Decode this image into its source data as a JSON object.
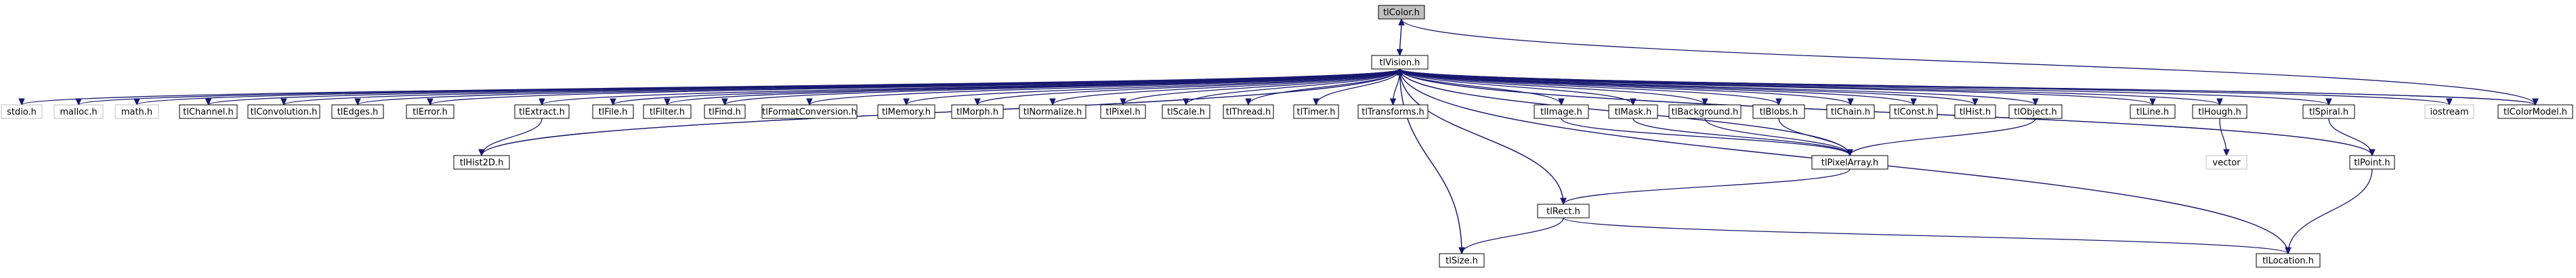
{
  "title": "",
  "colors": {
    "edge": "#191970",
    "root_fill": "#bfbfbf",
    "node_border": "#000000",
    "external_border": "#bfbfbf"
  },
  "nodes": [
    {
      "id": "tlColor",
      "label": "tlColor.h",
      "kind": "root"
    },
    {
      "id": "tlVision",
      "label": "tlVision.h",
      "kind": "normal"
    },
    {
      "id": "stdio",
      "label": "stdio.h",
      "kind": "external"
    },
    {
      "id": "malloc",
      "label": "malloc.h",
      "kind": "external"
    },
    {
      "id": "math",
      "label": "math.h",
      "kind": "external"
    },
    {
      "id": "tlChannel",
      "label": "tlChannel.h",
      "kind": "normal"
    },
    {
      "id": "tlConvolution",
      "label": "tlConvolution.h",
      "kind": "normal"
    },
    {
      "id": "tlEdges",
      "label": "tlEdges.h",
      "kind": "normal"
    },
    {
      "id": "tlError",
      "label": "tlError.h",
      "kind": "normal"
    },
    {
      "id": "tlExtract",
      "label": "tlExtract.h",
      "kind": "normal"
    },
    {
      "id": "tlFile",
      "label": "tlFile.h",
      "kind": "normal"
    },
    {
      "id": "tlFilter",
      "label": "tlFilter.h",
      "kind": "normal"
    },
    {
      "id": "tlFind",
      "label": "tlFind.h",
      "kind": "normal"
    },
    {
      "id": "tlFormatConversion",
      "label": "tlFormatConversion.h",
      "kind": "normal"
    },
    {
      "id": "tlMemory",
      "label": "tlMemory.h",
      "kind": "normal"
    },
    {
      "id": "tlMorph",
      "label": "tlMorph.h",
      "kind": "normal"
    },
    {
      "id": "tlNormalize",
      "label": "tlNormalize.h",
      "kind": "normal"
    },
    {
      "id": "tlPixel",
      "label": "tlPixel.h",
      "kind": "normal"
    },
    {
      "id": "tlScale",
      "label": "tlScale.h",
      "kind": "normal"
    },
    {
      "id": "tlThread",
      "label": "tlThread.h",
      "kind": "normal"
    },
    {
      "id": "tlTimer",
      "label": "tlTimer.h",
      "kind": "normal"
    },
    {
      "id": "tlTransforms",
      "label": "tlTransforms.h",
      "kind": "normal"
    },
    {
      "id": "tlImage",
      "label": "tlImage.h",
      "kind": "normal"
    },
    {
      "id": "tlMask",
      "label": "tlMask.h",
      "kind": "normal"
    },
    {
      "id": "tlBackground",
      "label": "tlBackground.h",
      "kind": "normal"
    },
    {
      "id": "tlBlobs",
      "label": "tlBlobs.h",
      "kind": "normal"
    },
    {
      "id": "tlChain",
      "label": "tlChain.h",
      "kind": "normal"
    },
    {
      "id": "tlConst",
      "label": "tlConst.h",
      "kind": "normal"
    },
    {
      "id": "tlHist",
      "label": "tlHist.h",
      "kind": "normal"
    },
    {
      "id": "tlObject",
      "label": "tlObject.h",
      "kind": "normal"
    },
    {
      "id": "tlLine",
      "label": "tlLine.h",
      "kind": "normal"
    },
    {
      "id": "tlHough",
      "label": "tlHough.h",
      "kind": "normal"
    },
    {
      "id": "tlSpiral",
      "label": "tlSpiral.h",
      "kind": "normal"
    },
    {
      "id": "iostream",
      "label": "iostream",
      "kind": "external"
    },
    {
      "id": "tlColorModel",
      "label": "tlColorModel.h",
      "kind": "normal"
    },
    {
      "id": "tlHist2D",
      "label": "tlHist2D.h",
      "kind": "normal"
    },
    {
      "id": "tlPixelArray",
      "label": "tlPixelArray.h",
      "kind": "normal"
    },
    {
      "id": "vector",
      "label": "vector",
      "kind": "external"
    },
    {
      "id": "tlPoint",
      "label": "tlPoint.h",
      "kind": "normal"
    },
    {
      "id": "tlRect",
      "label": "tlRect.h",
      "kind": "normal"
    },
    {
      "id": "tlSize",
      "label": "tlSize.h",
      "kind": "normal"
    },
    {
      "id": "tlLocation",
      "label": "tlLocation.h",
      "kind": "normal"
    }
  ],
  "edges": [
    [
      "tlColor",
      "tlVision"
    ],
    [
      "tlVision",
      "tlColor"
    ],
    [
      "tlColor",
      "tlColorModel"
    ],
    [
      "tlVision",
      "stdio"
    ],
    [
      "tlVision",
      "malloc"
    ],
    [
      "tlVision",
      "math"
    ],
    [
      "tlVision",
      "tlChannel"
    ],
    [
      "tlVision",
      "tlConvolution"
    ],
    [
      "tlVision",
      "tlEdges"
    ],
    [
      "tlVision",
      "tlError"
    ],
    [
      "tlVision",
      "tlExtract"
    ],
    [
      "tlVision",
      "tlFile"
    ],
    [
      "tlVision",
      "tlFilter"
    ],
    [
      "tlVision",
      "tlFind"
    ],
    [
      "tlVision",
      "tlFormatConversion"
    ],
    [
      "tlVision",
      "tlMemory"
    ],
    [
      "tlVision",
      "tlMorph"
    ],
    [
      "tlVision",
      "tlNormalize"
    ],
    [
      "tlVision",
      "tlPixel"
    ],
    [
      "tlVision",
      "tlScale"
    ],
    [
      "tlVision",
      "tlThread"
    ],
    [
      "tlVision",
      "tlTimer"
    ],
    [
      "tlVision",
      "tlTransforms"
    ],
    [
      "tlVision",
      "tlImage"
    ],
    [
      "tlVision",
      "tlMask"
    ],
    [
      "tlVision",
      "tlBackground"
    ],
    [
      "tlVision",
      "tlBlobs"
    ],
    [
      "tlVision",
      "tlChain"
    ],
    [
      "tlVision",
      "tlConst"
    ],
    [
      "tlVision",
      "tlHist"
    ],
    [
      "tlVision",
      "tlObject"
    ],
    [
      "tlVision",
      "tlLine"
    ],
    [
      "tlVision",
      "tlHough"
    ],
    [
      "tlVision",
      "tlSpiral"
    ],
    [
      "tlVision",
      "iostream"
    ],
    [
      "tlVision",
      "tlColorModel"
    ],
    [
      "tlVision",
      "tlHist2D"
    ],
    [
      "tlVision",
      "tlPixelArray"
    ],
    [
      "tlVision",
      "tlPoint"
    ],
    [
      "tlVision",
      "tlRect"
    ],
    [
      "tlVision",
      "tlSize"
    ],
    [
      "tlVision",
      "tlLocation"
    ],
    [
      "tlExtract",
      "tlHist2D"
    ],
    [
      "tlHist2D",
      "tlVision"
    ],
    [
      "tlImage",
      "tlPixelArray"
    ],
    [
      "tlMask",
      "tlPixelArray"
    ],
    [
      "tlBackground",
      "tlPixelArray"
    ],
    [
      "tlBlobs",
      "tlPixelArray"
    ],
    [
      "tlObject",
      "tlPixelArray"
    ],
    [
      "tlPixelArray",
      "tlVision"
    ],
    [
      "tlPixelArray",
      "tlRect"
    ],
    [
      "tlRect",
      "tlVision"
    ],
    [
      "tlRect",
      "tlSize"
    ],
    [
      "tlRect",
      "tlLocation"
    ],
    [
      "tlSize",
      "tlVision"
    ],
    [
      "tlHough",
      "vector"
    ],
    [
      "tlSpiral",
      "tlPoint"
    ],
    [
      "tlPoint",
      "tlVision"
    ],
    [
      "tlPoint",
      "tlLocation"
    ],
    [
      "tlLocation",
      "tlVision"
    ],
    [
      "tlColorModel",
      "tlVision"
    ]
  ]
}
